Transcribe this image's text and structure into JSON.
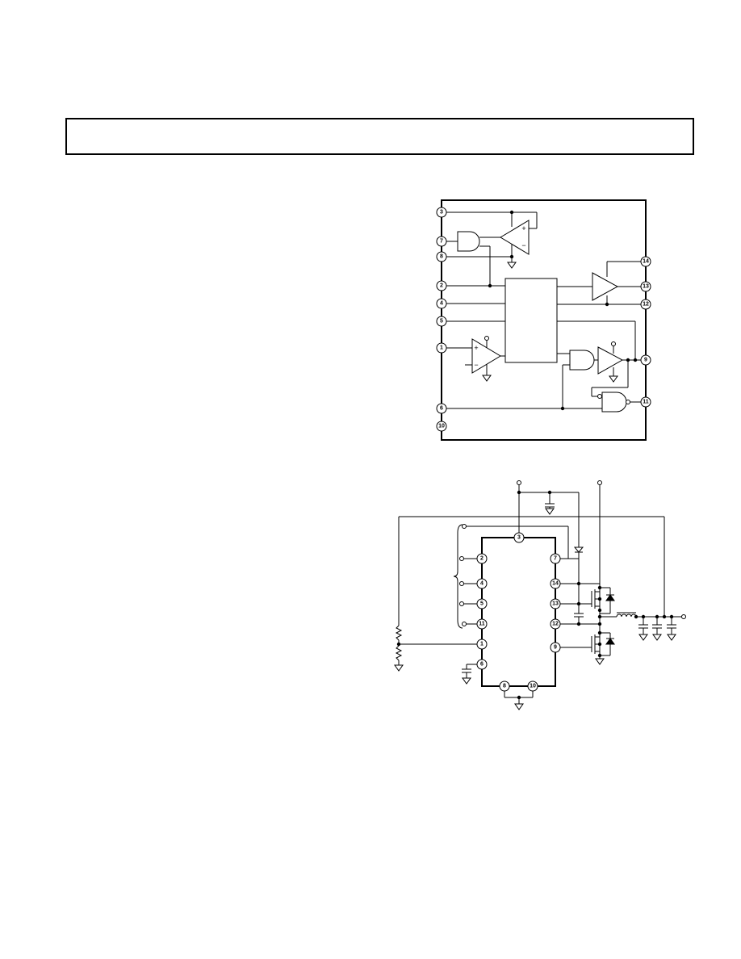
{
  "block_diagram": {
    "pins": {
      "p3": "3",
      "p7": "7",
      "p8": "8",
      "p2": "2",
      "p4": "4",
      "p5": "5",
      "p1": "1",
      "p14": "14",
      "p13": "13",
      "p12": "12",
      "p9": "9",
      "p11": "11",
      "p6": "6",
      "p10": "10"
    },
    "opamp_top": {
      "plus": "+",
      "minus": "−"
    },
    "opamp_left": {
      "plus": "+",
      "minus": "−"
    }
  },
  "application_circuit": {
    "pins": {
      "p3": "3",
      "p2": "2",
      "p4": "4",
      "p5": "5",
      "p11": "11",
      "p1": "1",
      "p6": "6",
      "p7": "7",
      "p14": "14",
      "p13": "13",
      "p12": "12",
      "p9": "9",
      "p8": "8",
      "p10": "10"
    }
  }
}
